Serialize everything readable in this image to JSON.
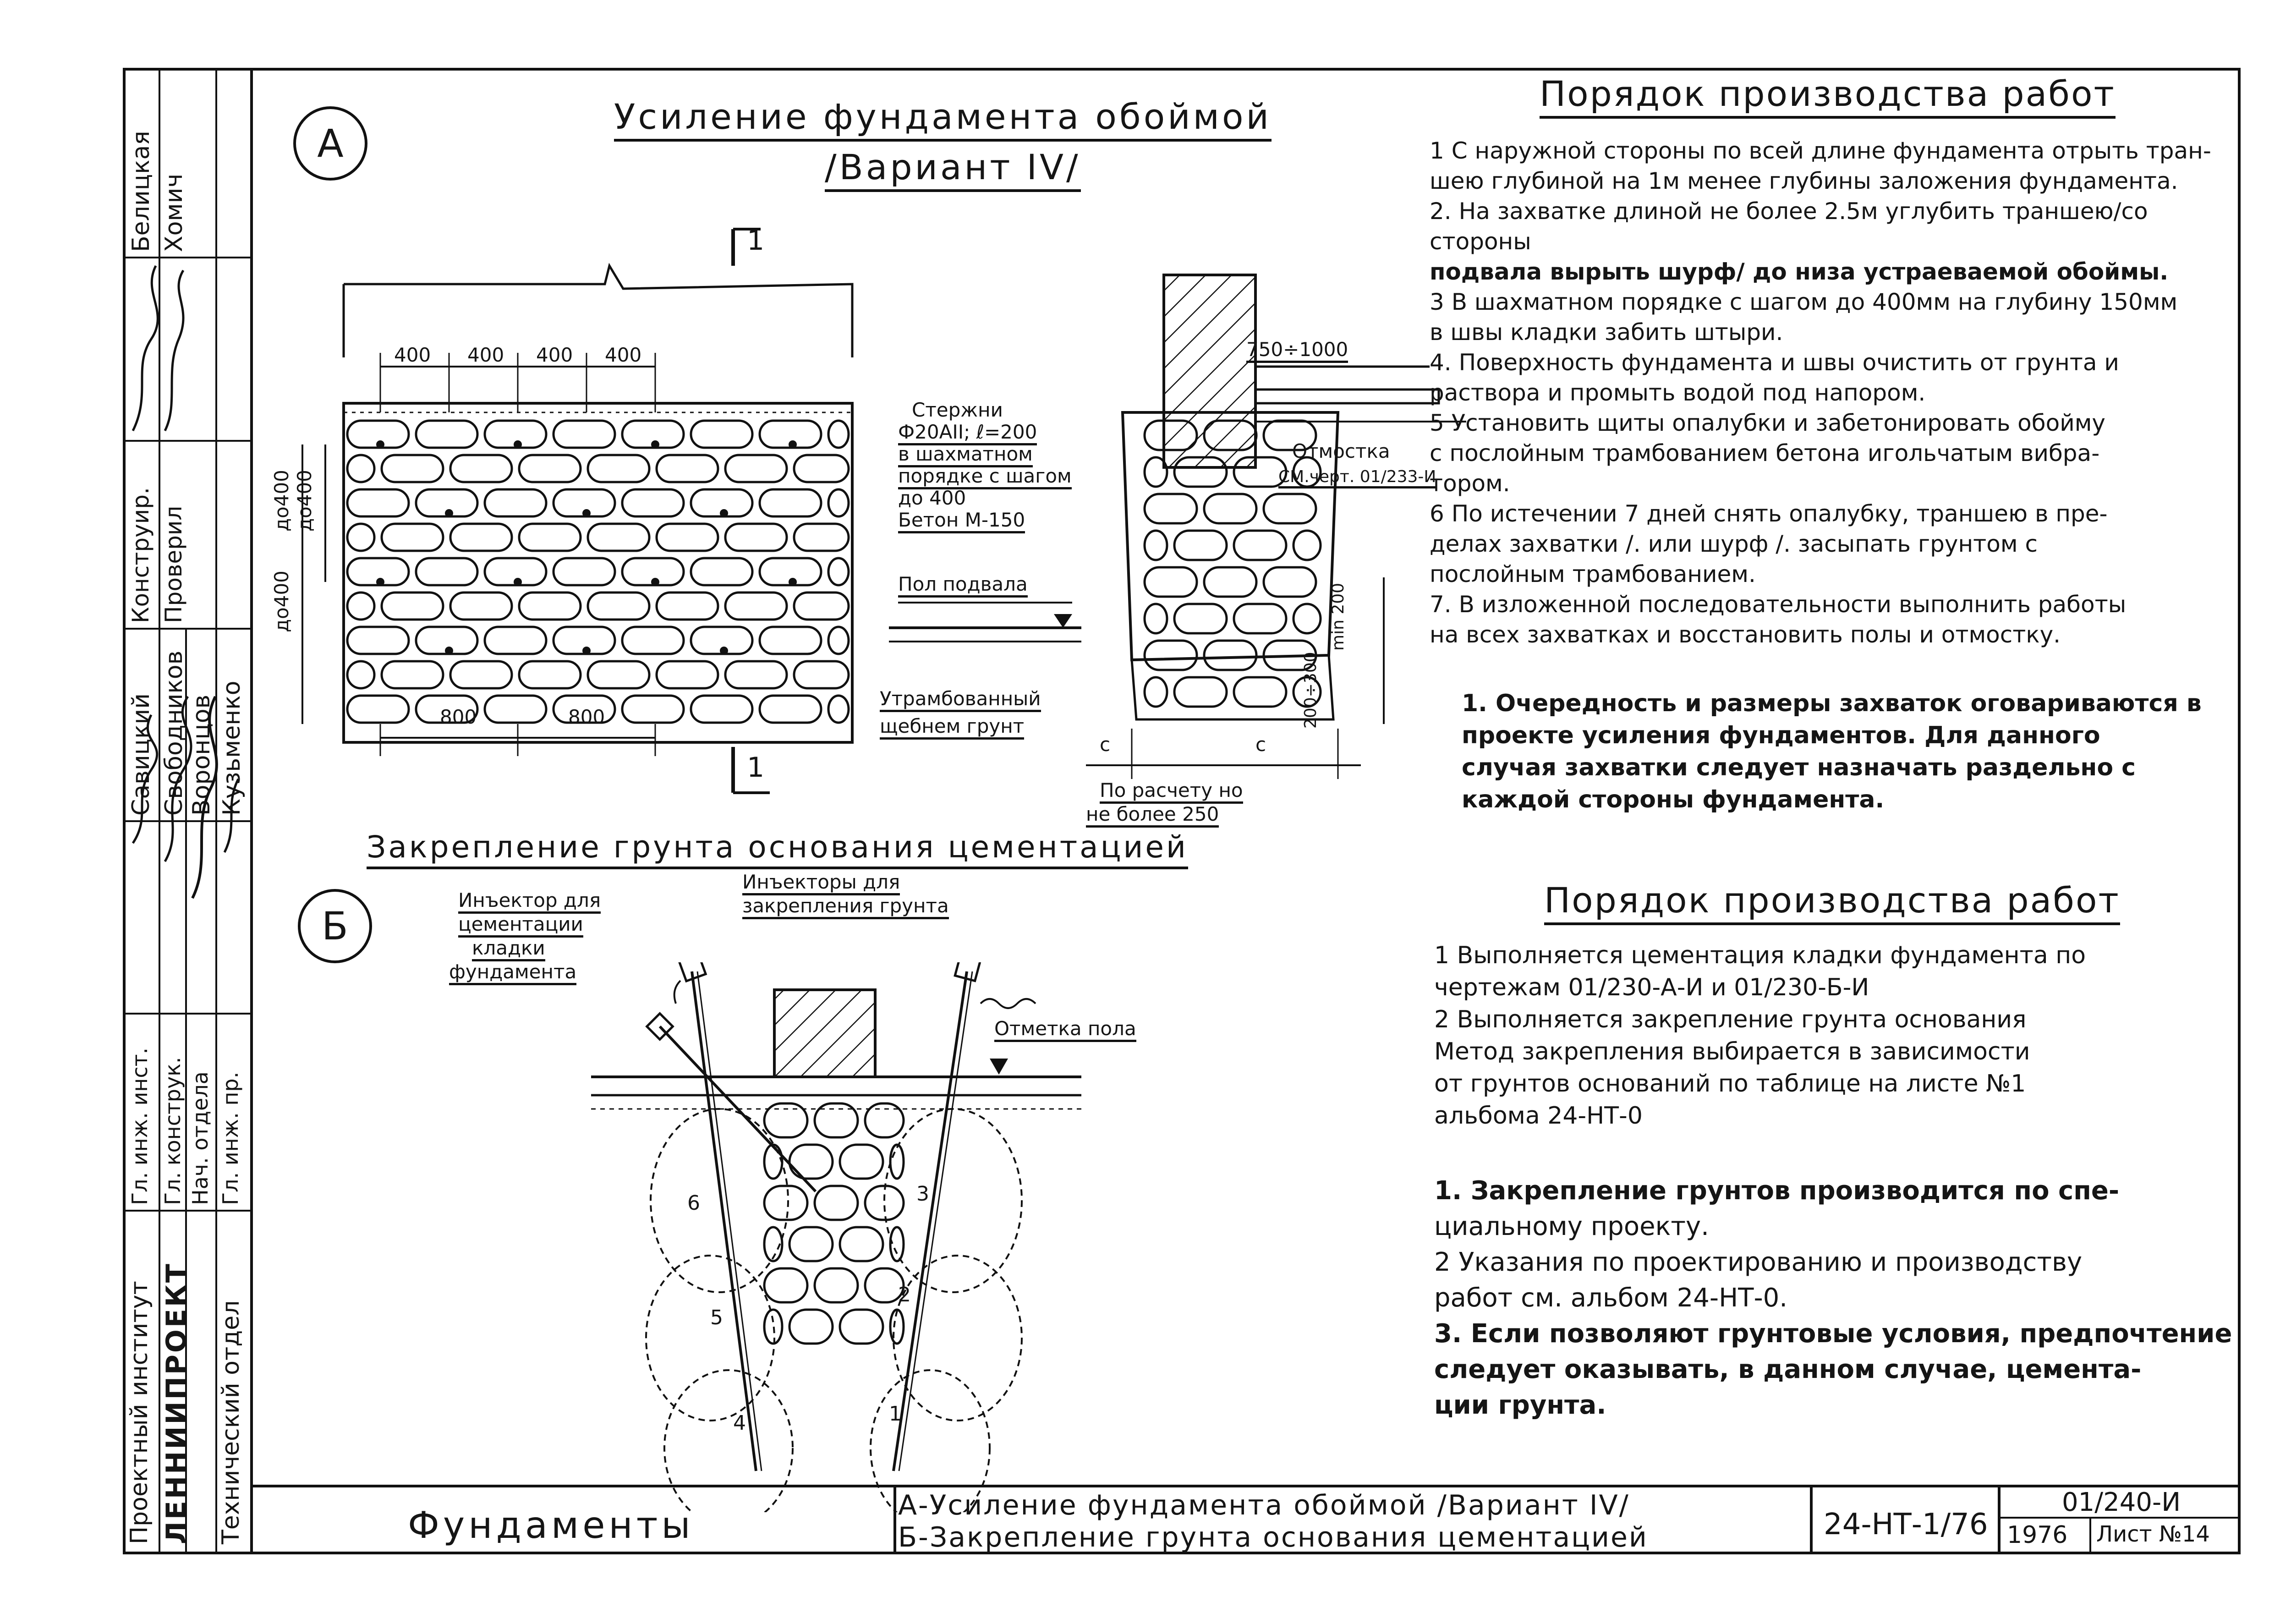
{
  "left_column": {
    "org_name": "Проектный институт",
    "org_brand": "ЛЕННИИПРОЕКТ",
    "dept": "Технический отдел",
    "roles": [
      "Гл. инж. инст.",
      "Гл. конструк.",
      "Нач. отдела",
      "Гл. инж. пр."
    ],
    "people": [
      "Савицкий",
      "Свободников",
      "Воронцов",
      "Кузьменко"
    ],
    "design_roles": [
      "Конструир.",
      "Проверил"
    ],
    "design_people": [
      "Белицкая",
      "Хомич"
    ]
  },
  "section_a": {
    "marker": "А",
    "title_line1": "Усиление фундамента обоймой",
    "title_line2": "/Вариант IV/",
    "section_mark": "1",
    "dims_top": [
      "400",
      "400",
      "400",
      "400"
    ],
    "dims_bottom": [
      "800",
      "800"
    ],
    "dims_side": [
      "до400",
      "до400",
      "до400"
    ],
    "labels": {
      "rods_line1": "Стержни",
      "rods_line2": "Ф20АII; ℓ=200",
      "rods_line3": "в шахматном",
      "rods_line4": "порядке с шагом",
      "rods_line5": "до 400",
      "concrete": "Бетон  М-150",
      "basement_floor": "Пол подвала",
      "compacted_line1": "Утрамбованный",
      "compacted_line2": "щебнем грунт",
      "blind_area_line1": "Отмостка",
      "blind_area_line2": "СМ.черт. 01/233-И",
      "dim_750": "750÷1000",
      "dim_min200": "min 200",
      "dim_200_300": "200÷300",
      "dim_c": "с",
      "calc_line1": "По расчету  но",
      "calc_line2": "не более 250"
    }
  },
  "section_b": {
    "title": "Закрепление грунта основания цементацией",
    "marker": "Б",
    "labels": {
      "injector_line1": "Инъектор для",
      "injector_line2": "цементации",
      "injector_line3": "кладки",
      "injector_line4": "фундамента",
      "injectors_line1": "Инъекторы для",
      "injectors_line2": "закрепления грунта",
      "floor_mark": "Отметка пола"
    },
    "zones": [
      "1",
      "2",
      "3",
      "4",
      "5",
      "6"
    ]
  },
  "procedure_1": {
    "title": "Порядок производства работ",
    "steps": [
      "1  С наружной стороны по всей длине фундамента отрыть тран-",
      "    шею глубиной на 1м менее глубины заложения фундамента.",
      "2. На захватке длиной не более 2.5м углубить траншею/со стороны",
      "    подвала вырыть шурф/ до низа устраеваемой обоймы.",
      "3  В шахматном порядке с шагом до 400мм на глубину 150мм",
      "    в швы кладки забить штыри.",
      "4. Поверхность фундамента  и швы очистить от грунта и",
      "    раствора и промыть водой под напором.",
      "5  Установить щиты опалубки и забетонировать обойму",
      "    с послойным трамбованием бетона игольчатым вибра-",
      "    тором.",
      "6  По истечении 7 дней снять опалубку, траншею в пре-",
      "    делах захватки  /. или шурф /. засыпать грунтом с",
      "    послойным  трамбованием.",
      "7. В изложенной последовательности выполнить работы",
      "    на всех захватках и восстановить полы и отмостку."
    ],
    "note": [
      "1. Очередность и размеры захваток оговариваются в",
      "    проекте  усиления фундаментов.  Для данного",
      "    случая захватки следует назначать раздельно с",
      "    каждой стороны фундамента."
    ]
  },
  "procedure_2": {
    "title": "Порядок производства работ",
    "steps": [
      "1  Выполняется цементация кладки фундамента по",
      "    чертежам 01/230-А-И и 01/230-Б-И",
      "2  Выполняется закрепление грунта основания",
      "    Метод закрепления выбирается в зависимости",
      "    от грунтов оснований по таблице на листе №1",
      "    альбома 24-НТ-0"
    ],
    "notes": [
      "1. Закрепление грунтов производится по спе-",
      "    циальному проекту.",
      "2  Указания по проектированию и производству",
      "    работ см. альбом 24-НТ-0.",
      "3. Если позволяют грунтовые условия, предпочтение",
      "    следует оказывать, в данном случае, цемента-",
      "    ции грунта."
    ]
  },
  "title_block": {
    "section": "Фундаменты",
    "desc_line1": "А-Усиление фундамента обоймой  /Вариант IV/",
    "desc_line2": "Б-Закрепление грунта основания цементацией",
    "album": "24-НТ-1/76",
    "drawing_no": "01/240-И",
    "year": "1976",
    "sheet": "Лист №14"
  }
}
